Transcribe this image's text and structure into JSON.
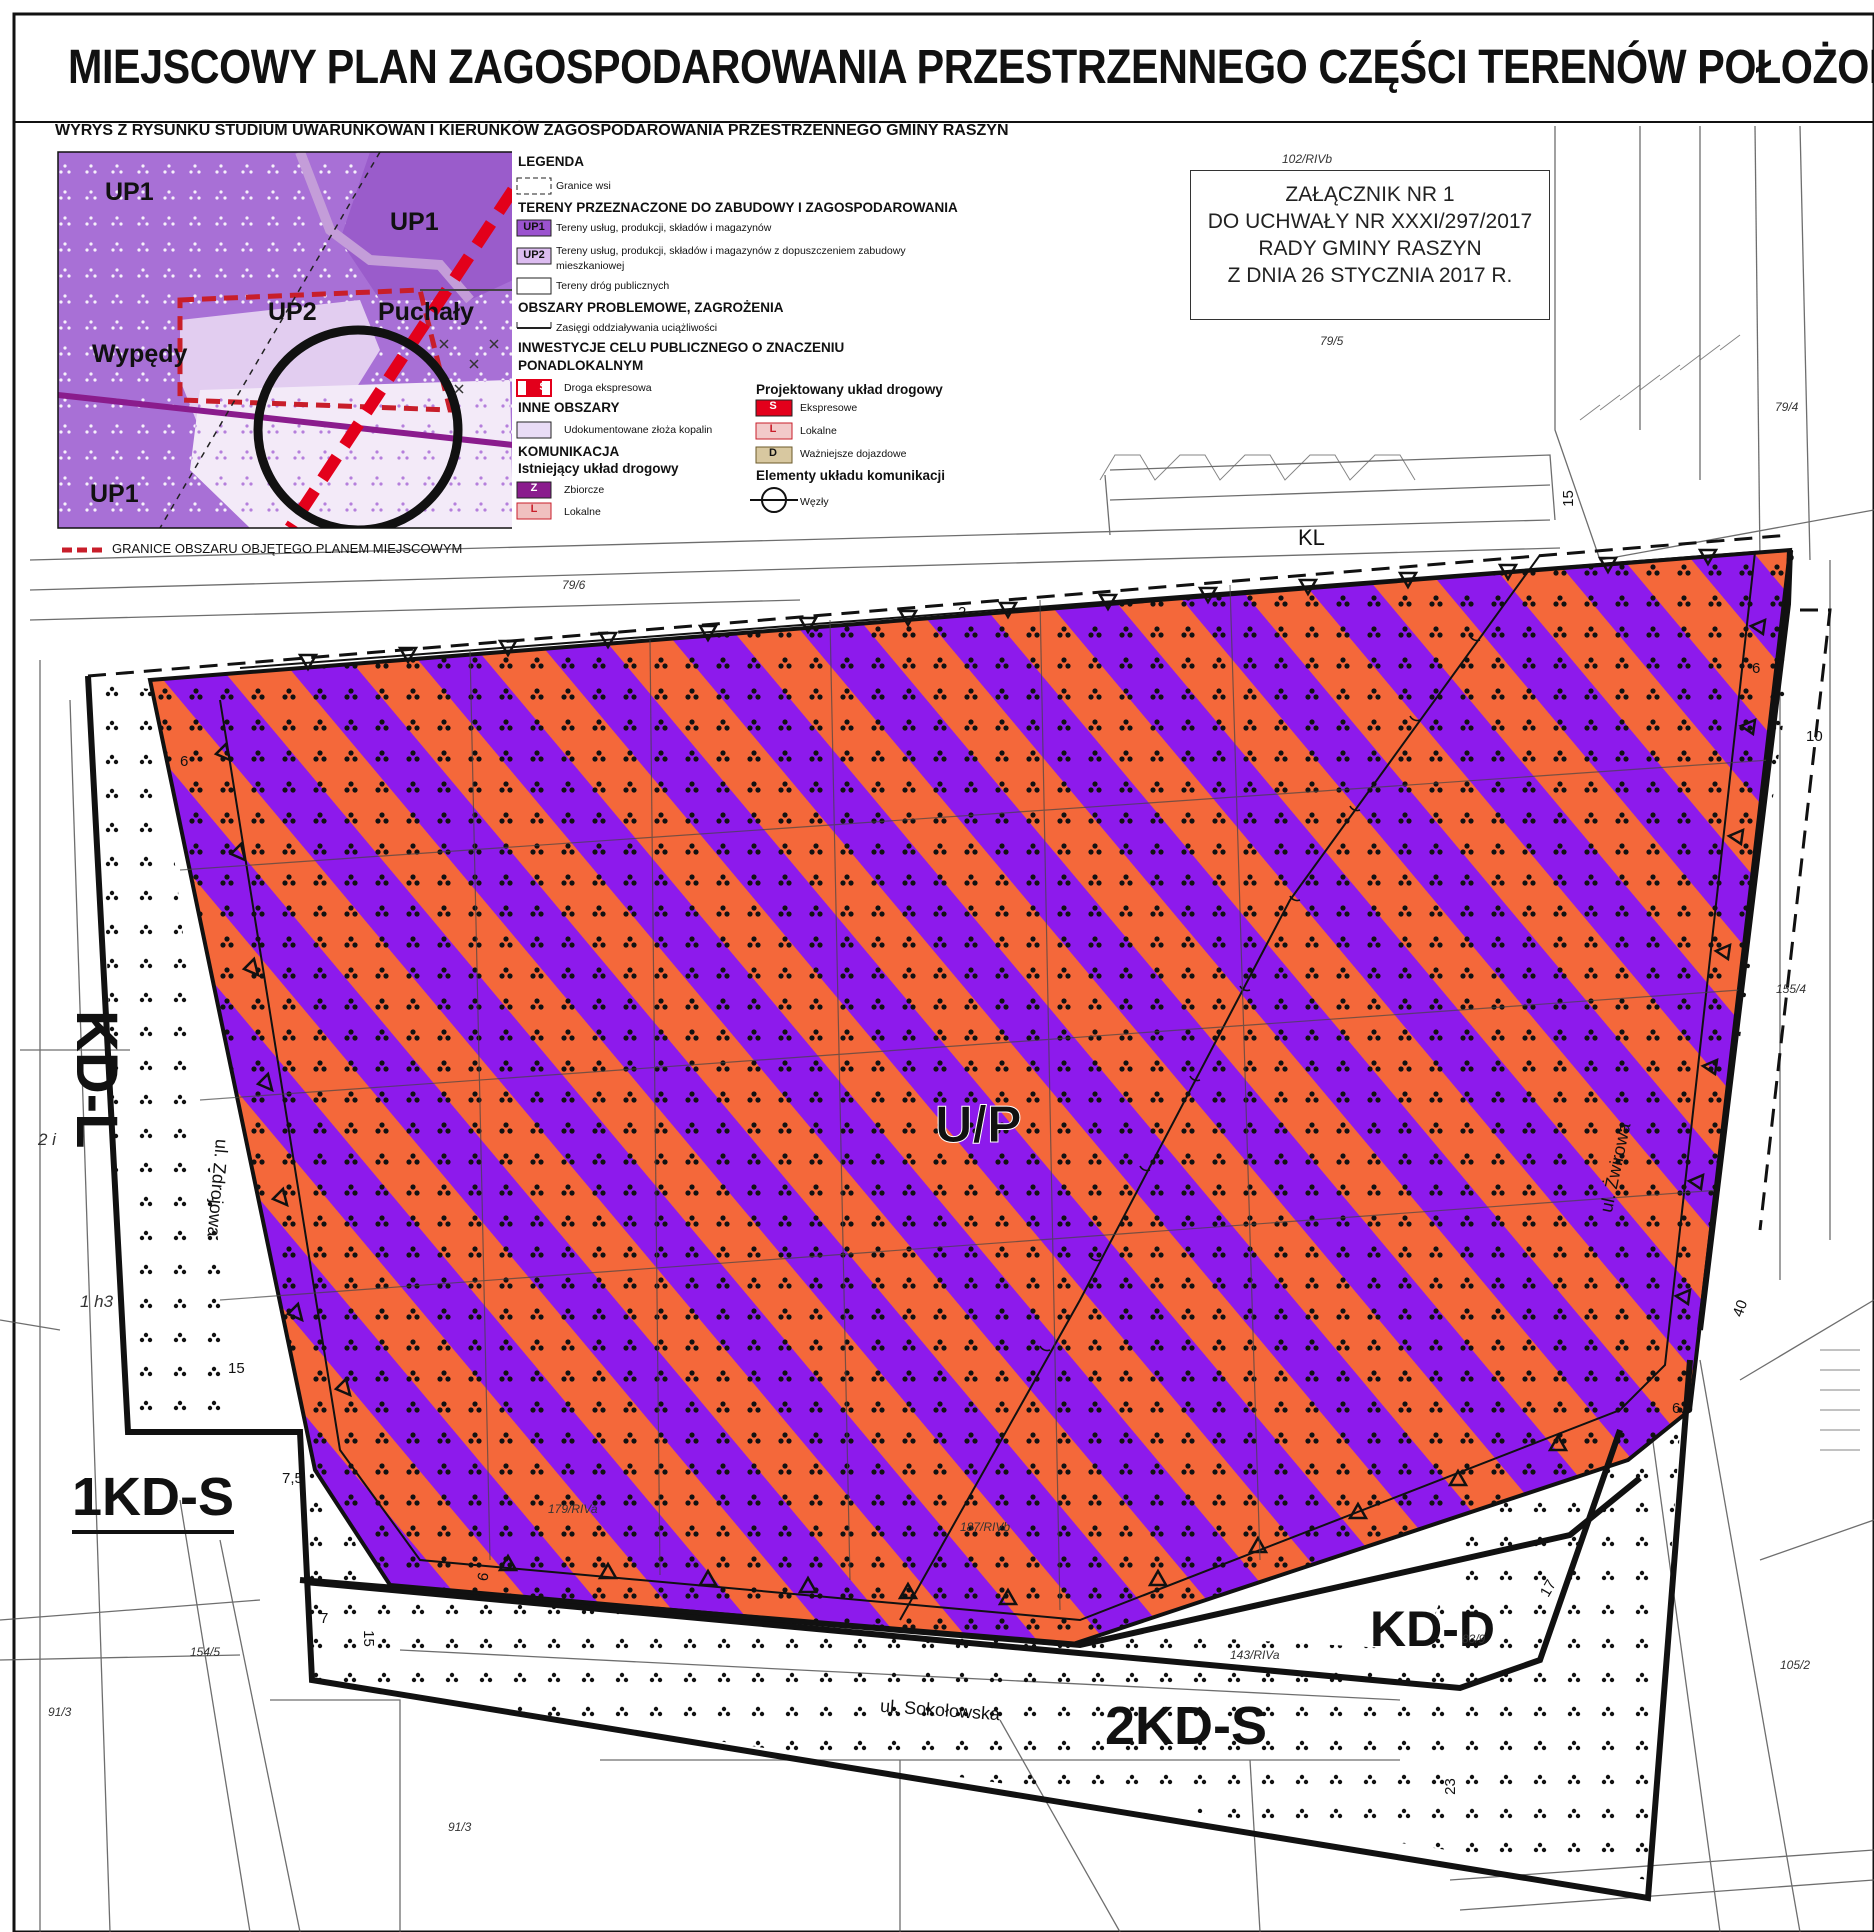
{
  "title": "MIEJSCOWY PLAN ZAGOSPODAROWANIA PRZESTRZENNEGO CZĘŚCI TERENÓW POŁOŻONYC",
  "inset": {
    "heading": "WYRYS Z RYSUNKU STUDIUM UWARUNKOWAŃ I KIERUNKÓW ZAGOSPODAROWANIA PRZESTRZENNEGO GMINY RASZYN",
    "labels": {
      "up1_top_left": "UP1",
      "up1_top_right": "UP1",
      "up2": "UP2",
      "puchaly": "Puchały",
      "wypedy": "Wypędy",
      "up1_bottom": "UP1"
    },
    "boundary_legend": "GRANICE OBSZARU OBJĘTEGO PLANEM MIEJSCOWYM"
  },
  "legend": {
    "title": "LEGENDA",
    "village_bounds": "Granice wsi",
    "development_heading": "TERENY PRZEZNACZONE DO ZABUDOWY I ZAGOSPODAROWANIA",
    "up1_code": "UP1",
    "up1_text": "Tereny usług, produkcji, składów i magazynów",
    "up2_code": "UP2",
    "up2_text_1": "Tereny usług, produkcji, składów i magazynów z dopuszczeniem zabudowy",
    "up2_text_2": "mieszkaniowej",
    "roads_text": "Tereny dróg publicznych",
    "problem_heading": "OBSZARY PROBLEMOWE, ZAGROŻENIA",
    "nuisance_text": "Zasięgi oddziaływania uciążliwości",
    "investment_heading_1": "INWESTYCJE CELU PUBLICZNEGO O ZNACZENIU",
    "investment_heading_2": "PONADLOKALNYM",
    "expressway_code": "S",
    "expressway_text": "Droga ekspresowa",
    "other_heading": "INNE OBSZARY",
    "deposits_text": "Udokumentowane złoża kopalin",
    "comm_heading": "KOMUNIKACJA",
    "existing_heading": "Istniejący układ drogowy",
    "collector_code": "Z",
    "collector_text": "Zbiorcze",
    "local_code": "L",
    "local_text": "Lokalne",
    "projected_heading": "Projektowany układ drogowy",
    "proj_express_code": "S",
    "proj_express_text": "Ekspresowe",
    "proj_local_code": "L",
    "proj_local_text": "Lokalne",
    "proj_access_code": "D",
    "proj_access_text": "Ważniejsze dojazdowe",
    "elements_heading": "Elementy układu komunikacji",
    "nodes_text": "Węzły"
  },
  "attachment": {
    "line1": "ZAŁĄCZNIK NR 1",
    "line2": "DO UCHWAŁY NR XXXI/297/2017",
    "line3": "RADY GMINY RASZYN",
    "line4": "Z DNIA 26 STYCZNIA 2017 R."
  },
  "plan_labels": {
    "main_zone": "U/P",
    "road_west": "KD-L",
    "road_southwest": "1KD-S",
    "road_south": "2KD-S",
    "road_southeast": "KD-D",
    "road_north": "KL",
    "street_zdrojowa": "ul. Zdrojowa",
    "street_zwirowa": "ul. Żwirowa",
    "street_sokolowska": "ul. Sokołowska"
  },
  "dimensions": [
    "6",
    "6",
    "10",
    "15",
    "15",
    "40",
    "6,5",
    "17",
    "23",
    "9",
    "7,5",
    "15",
    "2",
    "5",
    "7"
  ],
  "parcels": [
    "79/6",
    "79/5",
    "79/4",
    "102/RIVb",
    "154/5",
    "91/3",
    "143/RIVa",
    "179/RIVa",
    "187/RIVb",
    "155/4",
    "83/9",
    "105/2",
    "2 i",
    "1 h3",
    "91/3"
  ],
  "colors": {
    "purple": "#8d1aec",
    "orange": "#f4683a",
    "inset_purple": "#a870d6",
    "inset_light": "#e2cdf0",
    "expressway_red": "#e3001b",
    "collector_magenta": "#8a1c8d"
  }
}
